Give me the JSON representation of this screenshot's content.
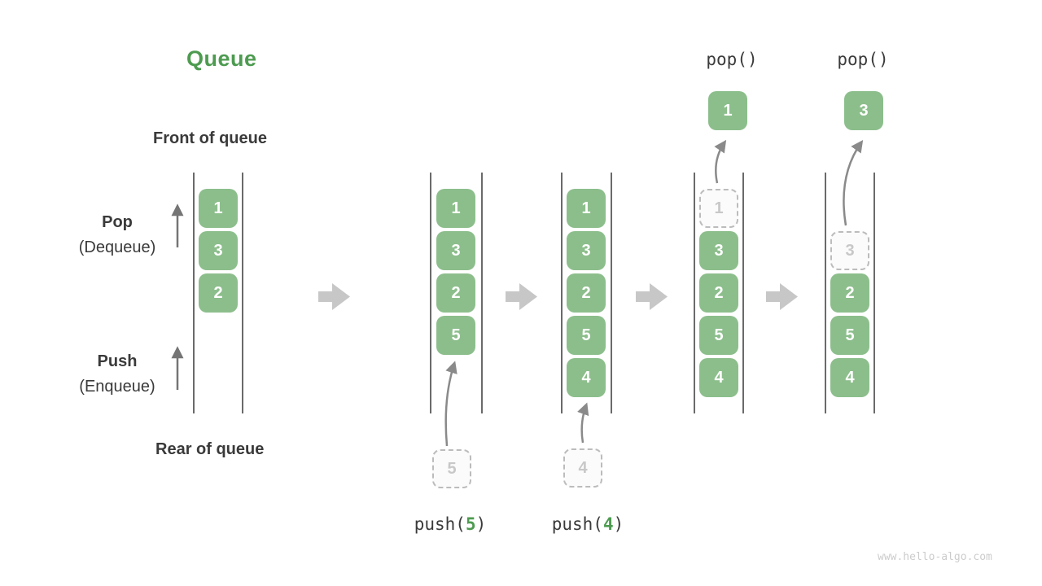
{
  "title": "Queue",
  "labels": {
    "front": "Front of queue",
    "rear": "Rear of queue",
    "pop": "Pop",
    "pop_sub": "(Dequeue)",
    "push": "Push",
    "push_sub": "(Enqueue)"
  },
  "columns": [
    {
      "boxes": [
        "1",
        "3",
        "2"
      ]
    },
    {
      "boxes": [
        "1",
        "3",
        "2",
        "5"
      ],
      "ghost": "5",
      "op_fn": "push(",
      "op_arg": "5",
      "op_close": ")"
    },
    {
      "boxes": [
        "1",
        "3",
        "2",
        "5",
        "4"
      ],
      "ghost": "4",
      "op_fn": "push(",
      "op_arg": "4",
      "op_close": ")"
    },
    {
      "ghost": "1",
      "boxes": [
        "3",
        "2",
        "5",
        "4"
      ],
      "op": "pop()",
      "result": "1"
    },
    {
      "ghost": "3",
      "boxes": [
        "2",
        "5",
        "4"
      ],
      "op": "pop()",
      "result": "3"
    }
  ],
  "colors": {
    "item_green": "#8cbe8c",
    "accent_green": "#4d9b50",
    "text_dark": "#3a3a3a",
    "ghost_border": "#bcbcbc",
    "arrow_gray": "#8a8a8a",
    "indicator_arrow_gray": "#757575",
    "block_arrow_gray": "#c7c7c7"
  },
  "watermark": "www.hello-algo.com"
}
